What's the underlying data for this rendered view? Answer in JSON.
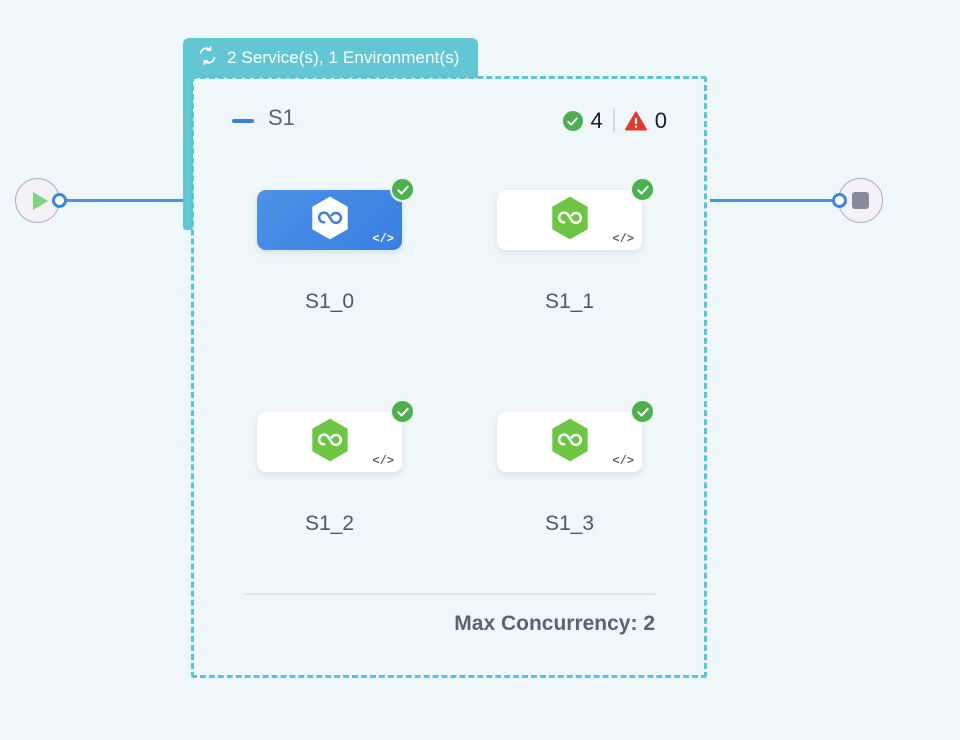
{
  "canvas": {
    "background_color": "#f0f7fa"
  },
  "start_node": {
    "icon": "play-icon",
    "port": "output-port"
  },
  "end_node": {
    "icon": "stop-icon",
    "port": "input-port"
  },
  "group": {
    "header": {
      "icon": "loop-refresh-icon",
      "label": "2 Service(s), 1 Environment(s)",
      "background_color": "#63c6d4"
    },
    "border_color": "#56c6d6",
    "subgroup": {
      "collapse_icon": "minus-icon",
      "name": "S1",
      "status": {
        "success": {
          "icon": "check-circle-icon",
          "count": "4",
          "color": "#4caf50"
        },
        "warning": {
          "icon": "warning-triangle-icon",
          "count": "0",
          "color": "#e03a2f"
        }
      }
    },
    "nodes": [
      {
        "label": "S1_0",
        "selected": true,
        "status_icon": "check-circle-icon",
        "type_icon": "hexagon-infinity-icon",
        "code_mark": "</>",
        "accent_color": "#3a7fe0"
      },
      {
        "label": "S1_1",
        "selected": false,
        "status_icon": "check-circle-icon",
        "type_icon": "hexagon-infinity-icon",
        "code_mark": "</>",
        "accent_color": "#6cc644"
      },
      {
        "label": "S1_2",
        "selected": false,
        "status_icon": "check-circle-icon",
        "type_icon": "hexagon-infinity-icon",
        "code_mark": "</>",
        "accent_color": "#6cc644"
      },
      {
        "label": "S1_3",
        "selected": false,
        "status_icon": "check-circle-icon",
        "type_icon": "hexagon-infinity-icon",
        "code_mark": "</>",
        "accent_color": "#6cc644"
      }
    ],
    "footer": {
      "max_concurrency_label": "Max Concurrency: 2"
    }
  }
}
